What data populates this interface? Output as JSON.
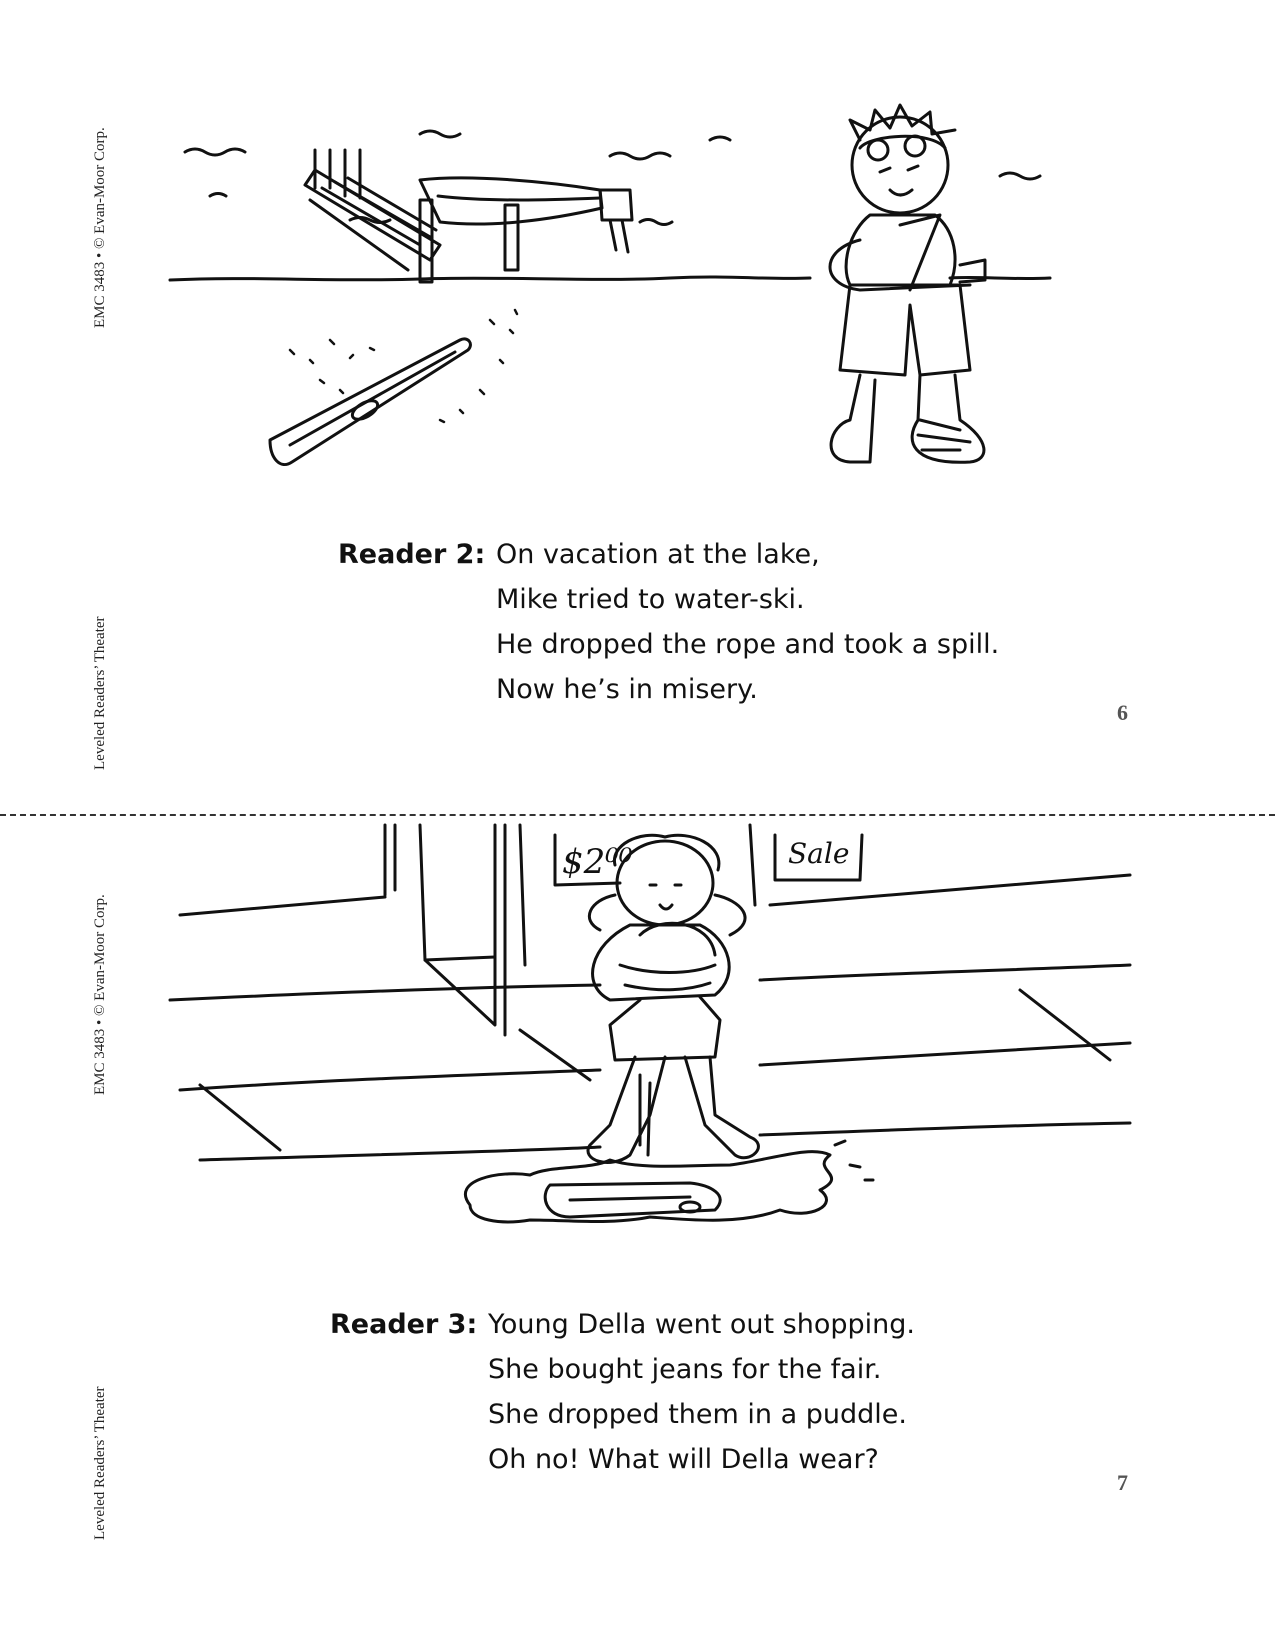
{
  "pages": [
    {
      "spine_top": "EMC 3483 • © Evan-Moor Corp.",
      "spine_bottom": "Leveled Readers’ Theater",
      "illustration": "lake-scene",
      "speaker": "Reader 2:",
      "lines": [
        "On vacation at the lake,",
        "Mike tried to water-ski.",
        "He dropped the rope and took a spill.",
        "Now he’s in misery."
      ],
      "page_number": "6"
    },
    {
      "spine_top": "EMC 3483 • © Evan-Moor Corp.",
      "spine_bottom": "Leveled Readers’ Theater",
      "illustration": "shopping-scene",
      "sign_price": "$2⁰⁰",
      "sign_sale": "Sale",
      "speaker": "Reader 3:",
      "lines": [
        "Young Della went out shopping.",
        "She bought jeans for the fair.",
        "She dropped them in a puddle.",
        "Oh no! What will Della wear?"
      ],
      "page_number": "7"
    }
  ]
}
